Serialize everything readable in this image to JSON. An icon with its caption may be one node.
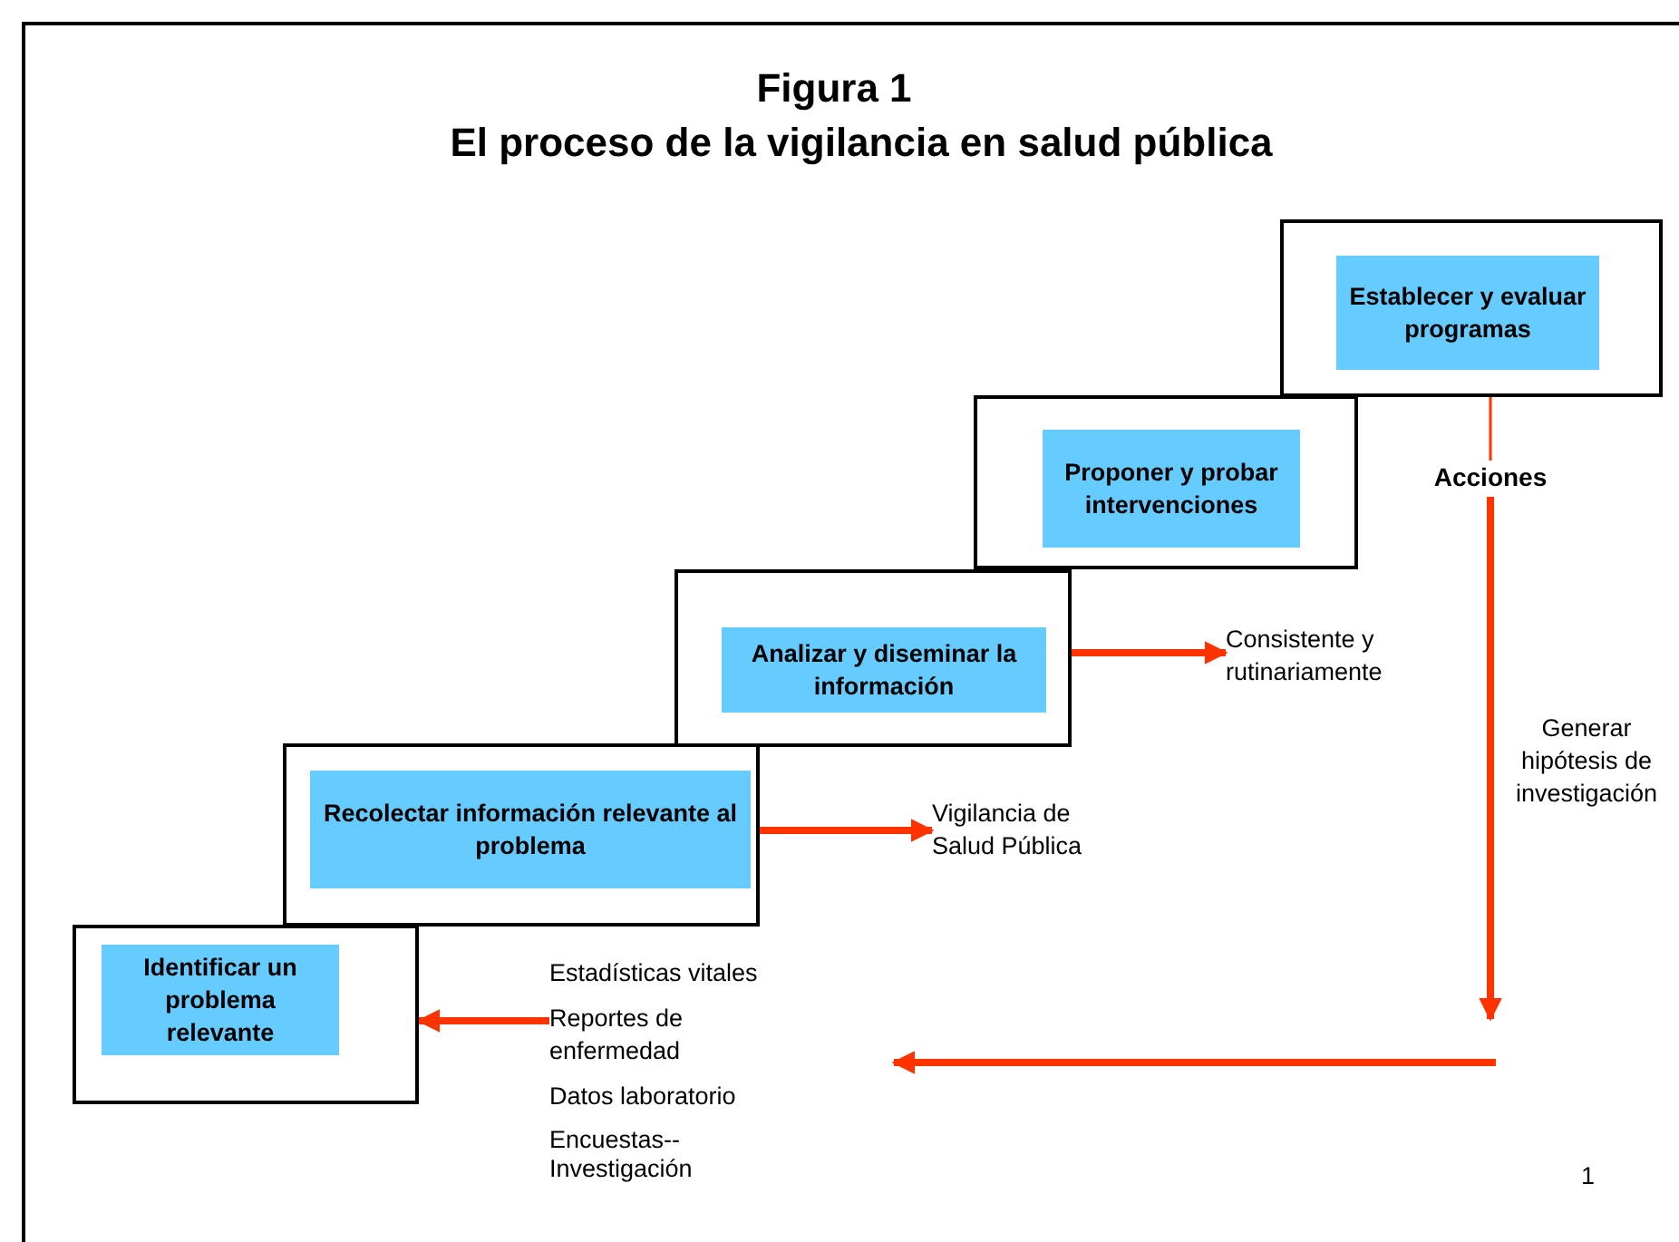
{
  "diagram": {
    "title": "El proceso de la vigilancia en salud pública",
    "nodes": [
      {
        "text": [
          "Identificar un problema relevante"
        ]
      },
      {
        "text": [
          "Recolectar información relevante al problema"
        ]
      },
      {
        "text": [
          "Analizar y diseminar la información"
        ]
      },
      {
        "text": [
          "Proponer y probar intervenciones"
        ]
      },
      {
        "text": [
          "Establecer y evaluar programas"
        ]
      },
      {
        "text": [
          "Acciones"
        ]
      },
      {
        "text": [
          "Consistente y rutinariamente"
        ]
      },
      {
        "text": [
          "Vigilancia de Salud Pública"
        ]
      },
      {
        "text": [
          "Estadísticas vitales",
          "Reportes de enfermedad",
          "Datos laboratorio",
          "Encuestas-- Investigación"
        ]
      }
    ],
    "edges": [
      {
        "from": 2,
        "to": 6,
        "arrow": "to"
      },
      {
        "from": 1,
        "to": 7,
        "arrow": "to"
      },
      {
        "from": 4,
        "to": 5,
        "arrow": "none"
      },
      {
        "from": 5,
        "to": null,
        "arrow": "to",
        "label": "Generar hipótesis de investigación"
      },
      {
        "from": null,
        "to": 8,
        "arrow": "to"
      },
      {
        "from": 8,
        "to": 0,
        "arrow": "to"
      }
    ],
    "labels": [
      "Figura 1",
      "1"
    ]
  }
}
